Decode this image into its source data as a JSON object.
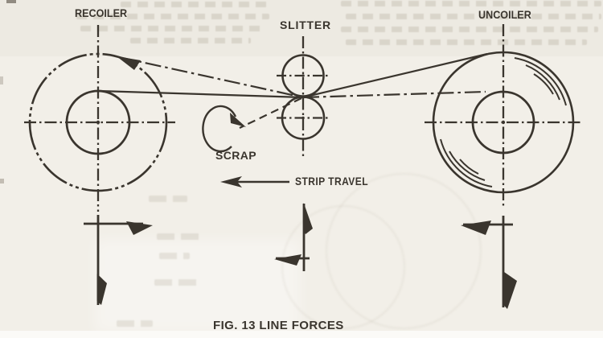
{
  "figure": {
    "caption": "FIG. 13 LINE FORCES",
    "labels": {
      "recoiler": "RECOILER",
      "slitter": "SLITTER",
      "uncoiler": "UNCOILER",
      "scrap": "SCRAP",
      "strip_travel": "STRIP TRAVEL"
    },
    "colors": {
      "ink": "#3a352e",
      "paper": "#f2efe8"
    },
    "stations": [
      {
        "name": "RECOILER",
        "force_arrows": [
          "right",
          "down"
        ]
      },
      {
        "name": "SLITTER",
        "force_arrows": [
          "up",
          "left"
        ]
      },
      {
        "name": "UNCOILER",
        "force_arrows": [
          "left",
          "down"
        ]
      }
    ],
    "strip_travel_direction": "left"
  }
}
